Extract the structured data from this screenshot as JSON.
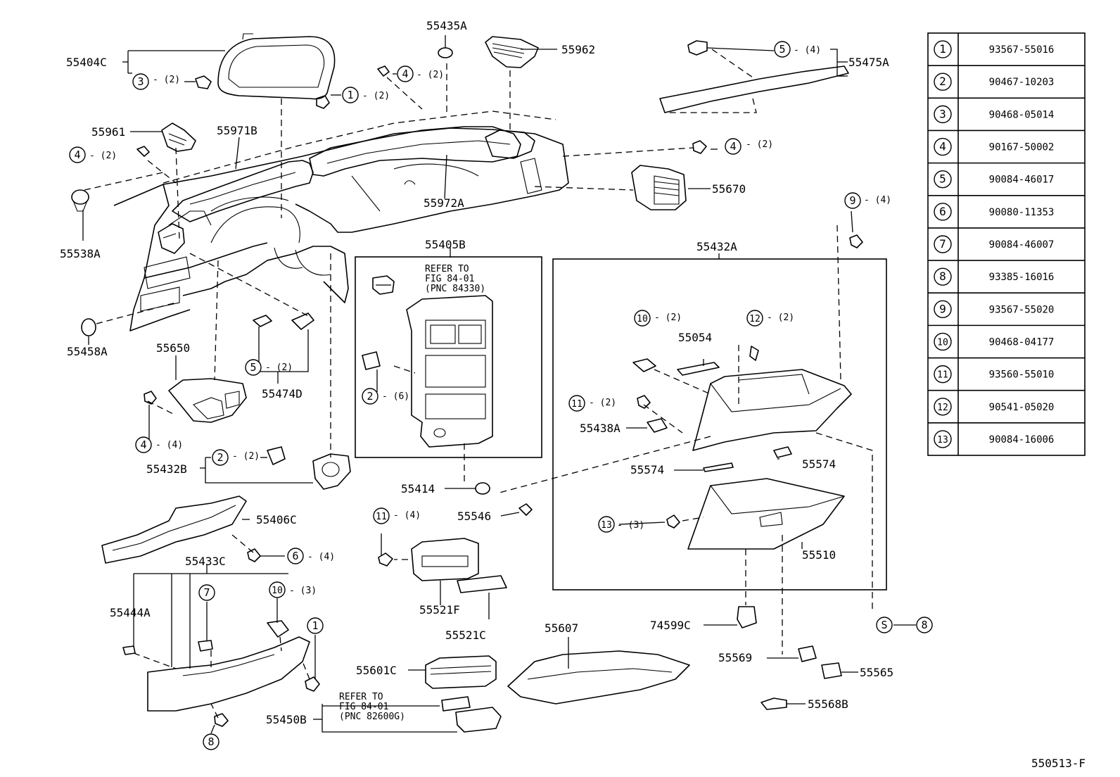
{
  "diagram_id": "550513-F",
  "parts": {
    "p55404C": "55404C",
    "p55435A": "55435A",
    "p55962": "55962",
    "p55475A": "55475A",
    "p55961": "55961",
    "p55971B": "55971B",
    "p55972A": "55972A",
    "p55670": "55670",
    "p55538A": "55538A",
    "p55458A": "55458A",
    "p55650": "55650",
    "p55474D": "55474D",
    "p55405B": "55405B",
    "p55432A": "55432A",
    "p55054": "55054",
    "p55438A": "55438A",
    "p55574a": "55574",
    "p55574b": "55574",
    "p55432B": "55432B",
    "p55406C": "55406C",
    "p55414": "55414",
    "p55546": "55546",
    "p55510": "55510",
    "p55433C": "55433C",
    "p55444A": "55444A",
    "p55521F": "55521F",
    "p55521C": "55521C",
    "p55607": "55607",
    "p74599C": "74599C",
    "p55569": "55569",
    "p55565": "55565",
    "p55601C": "55601C",
    "p55450B": "55450B",
    "p55568B": "55568B"
  },
  "refer1": {
    "line1": "REFER TO",
    "line2": "FIG 84-01",
    "line3": "(PNC 84330)"
  },
  "refer2": {
    "line1": "REFER TO",
    "line2": "FIG 84-01",
    "line3": "(PNC 82600G)"
  },
  "callouts": {
    "c1_top": {
      "num": "1",
      "qty": "- (2)"
    },
    "c3": {
      "num": "3",
      "qty": "- (2)"
    },
    "c4_top": {
      "num": "4",
      "qty": "- (2)"
    },
    "c5_top": {
      "num": "5",
      "qty": "- (4)"
    },
    "c4_left": {
      "num": "4",
      "qty": "- (2)"
    },
    "c4_right": {
      "num": "4",
      "qty": "- (2)"
    },
    "c9": {
      "num": "9",
      "qty": "- (4)"
    },
    "c5_mid": {
      "num": "5",
      "qty": "- (2)"
    },
    "c2_mid": {
      "num": "2",
      "qty": "- (6)"
    },
    "c10_mid": {
      "num": "10",
      "qty": "- (2)"
    },
    "c12": {
      "num": "12",
      "qty": "- (2)"
    },
    "c11_mid": {
      "num": "11",
      "qty": "- (2)"
    },
    "c4_low": {
      "num": "4",
      "qty": "- (4)"
    },
    "c2_low": {
      "num": "2",
      "qty": "- (2)"
    },
    "c13": {
      "num": "13",
      "qty": "- (3)"
    },
    "c11_low": {
      "num": "11",
      "qty": "- (4)"
    },
    "c6": {
      "num": "6",
      "qty": "- (4)"
    },
    "c7": {
      "num": "7"
    },
    "c10_low": {
      "num": "10",
      "qty": "- (3)"
    },
    "c1_low": {
      "num": "1"
    },
    "c8_low": {
      "num": "8"
    },
    "cS": {
      "num": "S",
      "target": "8"
    }
  },
  "legend": [
    {
      "num": "1",
      "part": "93567-55016"
    },
    {
      "num": "2",
      "part": "90467-10203"
    },
    {
      "num": "3",
      "part": "90468-05014"
    },
    {
      "num": "4",
      "part": "90167-50002"
    },
    {
      "num": "5",
      "part": "90084-46017"
    },
    {
      "num": "6",
      "part": "90080-11353"
    },
    {
      "num": "7",
      "part": "90084-46007"
    },
    {
      "num": "8",
      "part": "93385-16016"
    },
    {
      "num": "9",
      "part": "93567-55020"
    },
    {
      "num": "10",
      "part": "90468-04177"
    },
    {
      "num": "11",
      "part": "93560-55010"
    },
    {
      "num": "12",
      "part": "90541-05020"
    },
    {
      "num": "13",
      "part": "90084-16006"
    }
  ]
}
